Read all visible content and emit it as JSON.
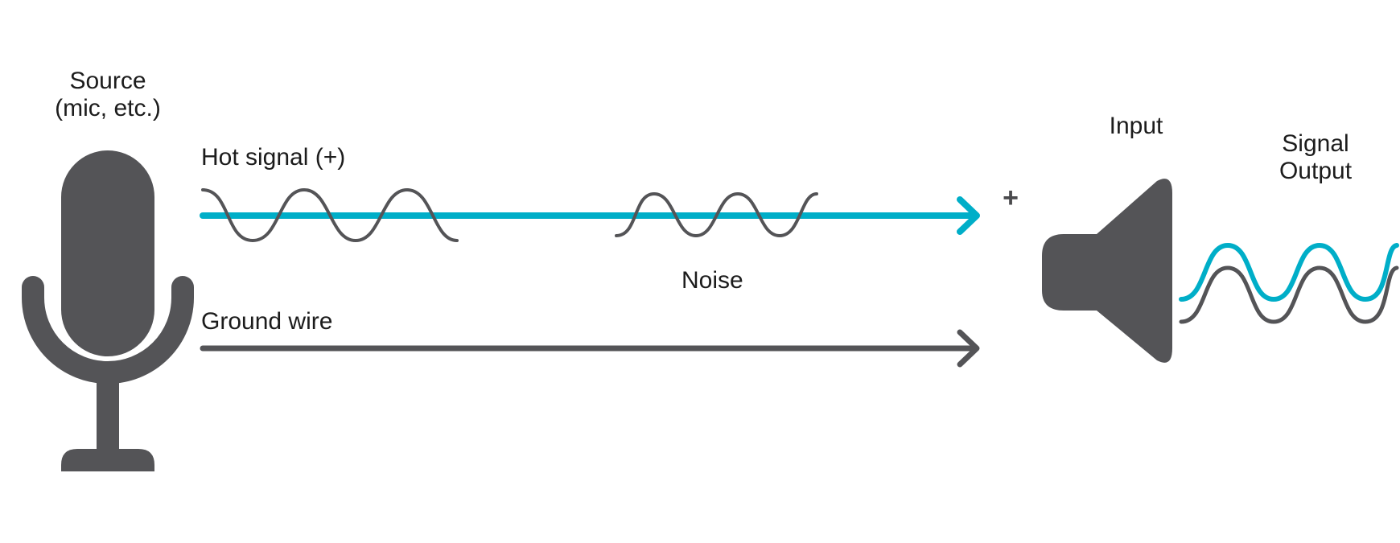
{
  "labels": {
    "source_line1": "Source",
    "source_line2": "(mic, etc.)",
    "hot_signal": "Hot signal (+)",
    "ground_wire": "Ground wire",
    "noise": "Noise",
    "input": "Input",
    "output_line1": "Signal",
    "output_line2": "Output",
    "plus": "+"
  },
  "icons": {
    "source": "microphone-icon",
    "destination": "speaker-icon"
  },
  "colors": {
    "signal": "#00aec8",
    "wire": "#545457",
    "text": "#1c1c1c"
  }
}
